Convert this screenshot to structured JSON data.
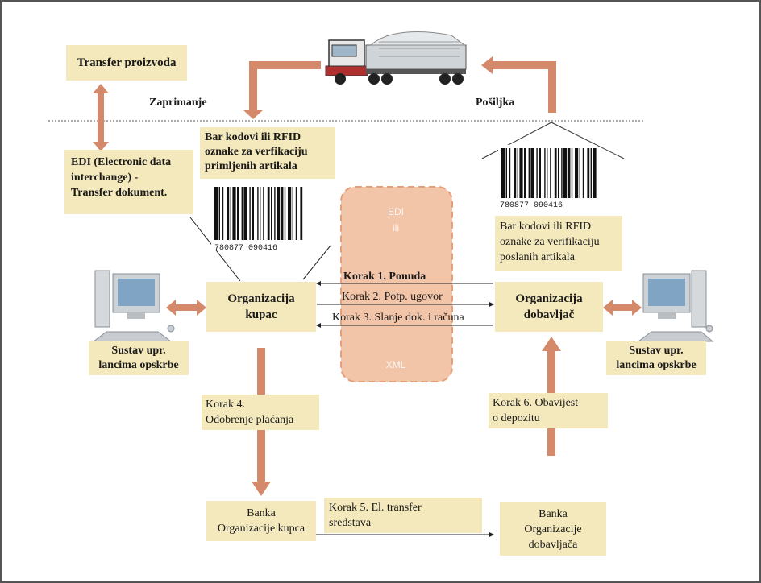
{
  "labels": {
    "transfer_proizvoda": "Transfer proizvoda",
    "zaprimanje": "Zaprimanje",
    "posiljka": "Pošiljka",
    "barcode_left_1": "Bar kodovi ili RFID",
    "barcode_left_2": "oznake za verfikaciju",
    "barcode_left_3": "primljenih artikala",
    "edi_1": "EDI (Electronic data",
    "edi_2": "interchange) -",
    "edi_3": "Transfer dokument.",
    "barcode_right_1": "Bar kodovi ili RFID",
    "barcode_right_2": "oznake za verifikaciju",
    "barcode_right_3": "poslanih artikala",
    "org_kupac_1": "Organizacija",
    "org_kupac_2": "kupac",
    "org_dob_1": "Organizacija",
    "org_dob_2": "dobavljač",
    "sustav_left_1": "Sustav upr.",
    "sustav_left_2": "lancima opskrbe",
    "sustav_right_1": "Sustav upr.",
    "sustav_right_2": "lancima opskrbe",
    "korak1": "Korak 1. Ponuda",
    "korak2": "Korak 2. Potp. ugovor",
    "korak3": "Korak 3. Slanje dok. i računa",
    "korak4_1": "Korak 4.",
    "korak4_2": "Odobrenje plaćanja",
    "korak5_1": "Korak 5. El. transfer",
    "korak5_2": "sredstava",
    "korak6_1": "Korak 6. Obavijest",
    "korak6_2": "o depozitu",
    "banka_kupac_1": "Banka",
    "banka_kupac_2": "Organizacije kupca",
    "banka_dob_1": "Banka",
    "banka_dob_2": "Organizacije",
    "banka_dob_3": "dobavljača",
    "blob_edi": "EDI",
    "blob_ili": "ili",
    "blob_xml": "XML",
    "barcode_digits": "780877 090416"
  },
  "colors": {
    "arrow": "#d48a6a",
    "box_fill": "#f4e8bd",
    "blob_fill": "#f2c4a8",
    "blob_border": "#e3a07c"
  },
  "icons": [
    "truck-icon",
    "computer-icon",
    "barcode-icon"
  ]
}
